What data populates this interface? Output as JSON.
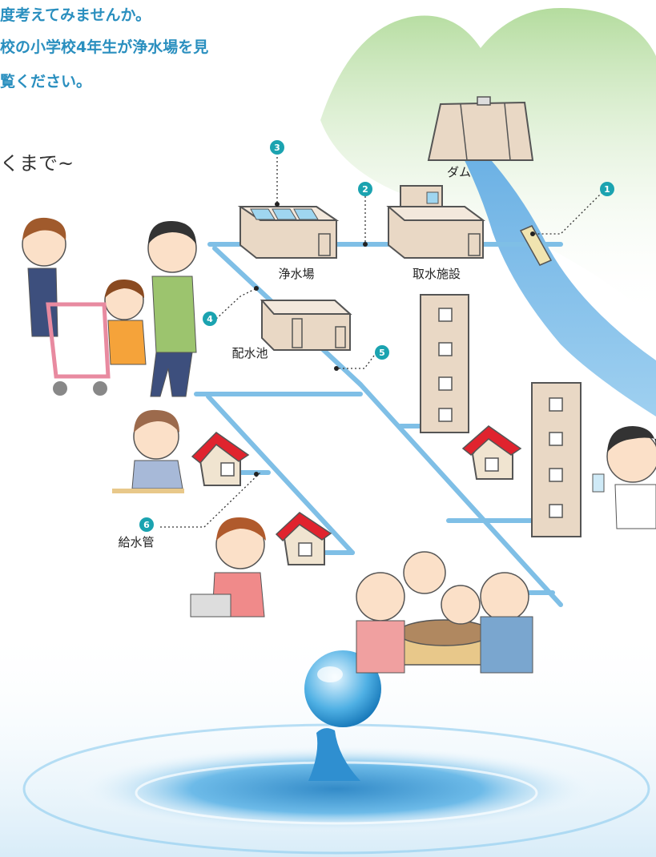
{
  "intro": {
    "lines": [
      "度考えてみませんか。",
      "校の小学校4年生が浄水場を見",
      "覧ください。"
    ]
  },
  "subtitle": "くまで~",
  "labels": {
    "dam": "ダム",
    "intake": "取水施設",
    "purification": "浄水場",
    "reservoir": "配水池",
    "service_pipe": "給水管"
  },
  "markers": [
    "1",
    "2",
    "3",
    "4",
    "5",
    "6"
  ],
  "colors": {
    "accent": "#1ba3b0",
    "pipe": "#7fbfe6",
    "river": "#8cc3ea",
    "hill": "#a8d49a",
    "roof": "#e0232e",
    "intro_text": "#2a8fbf"
  }
}
